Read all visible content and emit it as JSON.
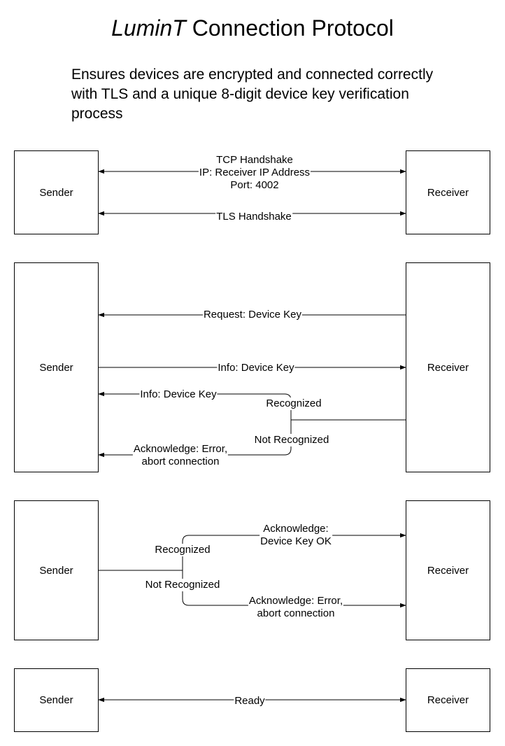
{
  "title": {
    "italic": "LuminT",
    "rest": " Connection Protocol"
  },
  "subtitle": "Ensures devices are encrypted and connected correctly with TLS and a unique 8-digit device key verification process",
  "participants": {
    "sender": "Sender",
    "receiver": "Receiver"
  },
  "section1": {
    "tcp": [
      "TCP Handshake",
      "IP: Receiver IP Address",
      "Port: 4002"
    ],
    "tls": "TLS Handshake"
  },
  "section2": {
    "request": "Request: Device Key",
    "info_send": "Info: Device Key",
    "info_back": "Info: Device Key",
    "recognized": "Recognized",
    "not_recognized": "Not Recognized",
    "ack_error": [
      "Acknowledge: Error,",
      "abort connection"
    ]
  },
  "section3": {
    "recognized": "Recognized",
    "not_recognized": "Not Recognized",
    "ack_ok": [
      "Acknowledge:",
      "Device Key OK"
    ],
    "ack_error": [
      "Acknowledge: Error,",
      "abort connection"
    ]
  },
  "section4": {
    "ready": "Ready"
  }
}
